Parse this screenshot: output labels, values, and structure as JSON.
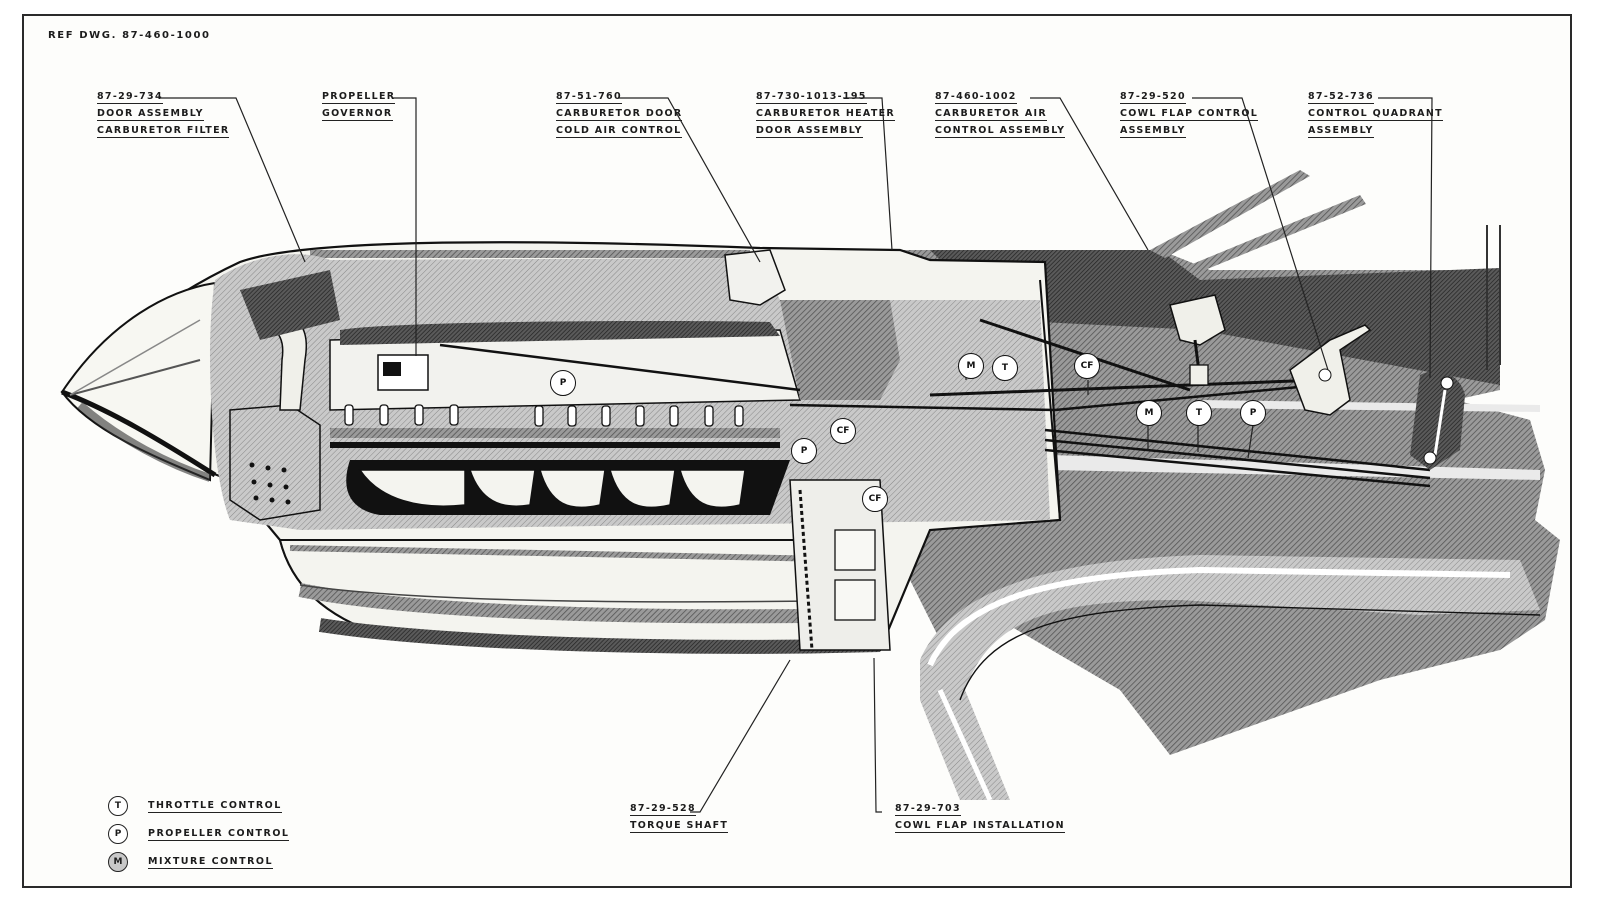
{
  "drawing": {
    "reference": "REF DWG. 87-460-1000",
    "subject": "Engine cowling cutaway with control linkages"
  },
  "callouts": [
    {
      "id": "door-assembly-carburetor-filter",
      "lines": [
        "87-29-734",
        "DOOR ASSEMBLY",
        "CARBURETOR FILTER"
      ]
    },
    {
      "id": "propeller-governor",
      "lines": [
        "PROPELLER",
        "GOVERNOR"
      ]
    },
    {
      "id": "carburetor-door-cold-air-control",
      "lines": [
        "87-51-760",
        "CARBURETOR DOOR",
        "COLD AIR CONTROL"
      ]
    },
    {
      "id": "carburetor-heater-door-assembly",
      "lines": [
        "87-730-1013-195",
        "CARBURETOR HEATER",
        "DOOR ASSEMBLY"
      ]
    },
    {
      "id": "carburetor-air-control-assembly",
      "lines": [
        "87-460-1002",
        "CARBURETOR AIR",
        "CONTROL ASSEMBLY"
      ]
    },
    {
      "id": "cowl-flap-control-assembly",
      "lines": [
        "87-29-520",
        "COWL FLAP CONTROL",
        "ASSEMBLY"
      ]
    },
    {
      "id": "control-quadrant-assembly",
      "lines": [
        "87-52-736",
        "CONTROL QUADRANT",
        "ASSEMBLY"
      ]
    },
    {
      "id": "torque-shaft",
      "lines": [
        "87-29-528",
        "TORQUE SHAFT"
      ]
    },
    {
      "id": "cowl-flap-installation",
      "lines": [
        "87-29-703",
        "COWL FLAP INSTALLATION"
      ]
    }
  ],
  "bubbles": [
    {
      "label": "P"
    },
    {
      "label": "CF"
    },
    {
      "label": "P"
    },
    {
      "label": "CF"
    },
    {
      "label": "M"
    },
    {
      "label": "T"
    },
    {
      "label": "CF"
    },
    {
      "label": "M"
    },
    {
      "label": "T"
    },
    {
      "label": "P"
    }
  ],
  "legend": [
    {
      "symbol": "T",
      "label": "THROTTLE CONTROL"
    },
    {
      "symbol": "P",
      "label": "PROPELLER CONTROL"
    },
    {
      "symbol": "M",
      "label": "MIXTURE CONTROL"
    }
  ],
  "colors": {
    "ink": "#1c1c1c",
    "halftone_dark": "#3a3a3a",
    "halftone_mid": "#8a8a8a",
    "halftone_light": "#bdbdbd",
    "paper": "#fdfdfb"
  }
}
